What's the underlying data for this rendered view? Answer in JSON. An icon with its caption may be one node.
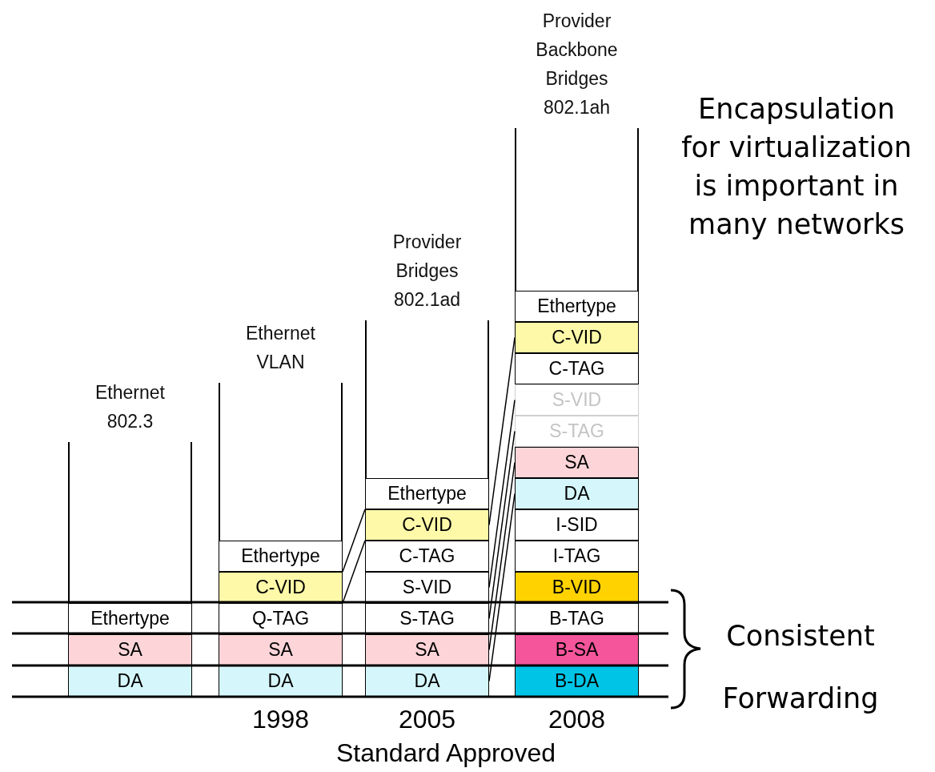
{
  "diagram": {
    "nodes": [
      {
        "text": [
          "Ethernet 802.3"
        ]
      },
      {
        "text": [
          "Ethertype"
        ],
        "in": 0
      },
      {
        "text": [
          "SA"
        ],
        "in": 0
      },
      {
        "text": [
          "DA"
        ],
        "in": 0
      },
      {
        "text": [
          "Ethernet VLAN"
        ],
        "beside": [
          "1998"
        ]
      },
      {
        "text": [
          "Ethertype"
        ],
        "in": 4
      },
      {
        "text": [
          "C-VID"
        ],
        "in": 4
      },
      {
        "text": [
          "Q-TAG"
        ],
        "in": 4
      },
      {
        "text": [
          "SA"
        ],
        "in": 4
      },
      {
        "text": [
          "DA"
        ],
        "in": 4
      },
      {
        "text": [
          "Provider Bridges 802.1ad"
        ],
        "beside": [
          "2005"
        ]
      },
      {
        "text": [
          "Ethertype"
        ],
        "in": 10
      },
      {
        "text": [
          "C-VID"
        ],
        "in": 10
      },
      {
        "text": [
          "C-TAG"
        ],
        "in": 10
      },
      {
        "text": [
          "S-VID"
        ],
        "in": 10
      },
      {
        "text": [
          "S-TAG"
        ],
        "in": 10
      },
      {
        "text": [
          "SA"
        ],
        "in": 10
      },
      {
        "text": [
          "DA"
        ],
        "in": 10
      },
      {
        "text": [
          "Provider Backbone Bridges 802.1ah"
        ],
        "beside": [
          "2008"
        ]
      },
      {
        "text": [
          "Ethertype"
        ],
        "in": 18
      },
      {
        "text": [
          "C-VID"
        ],
        "in": 18
      },
      {
        "text": [
          "C-TAG"
        ],
        "in": 18
      },
      {
        "text": [
          "S-VID"
        ],
        "in": 18
      },
      {
        "text": [
          "S-TAG"
        ],
        "in": 18
      },
      {
        "text": [
          "SA"
        ],
        "in": 18
      },
      {
        "text": [
          "DA"
        ],
        "in": 18
      },
      {
        "text": [
          "I-SID"
        ],
        "in": 18
      },
      {
        "text": [
          "I-TAG"
        ],
        "in": 18
      },
      {
        "text": [
          "B-VID"
        ],
        "in": 18
      },
      {
        "text": [
          "B-TAG"
        ],
        "in": 18
      },
      {
        "text": [
          "B-SA"
        ],
        "in": 18
      },
      {
        "text": [
          "B-DA"
        ],
        "in": 18
      }
    ],
    "edges": [
      {
        "from": 6,
        "to": 12,
        "arrow": "none"
      },
      {
        "from": 6,
        "to": 12,
        "arrow": "none"
      },
      {
        "from": 12,
        "to": 20,
        "arrow": "none"
      },
      {
        "from": 14,
        "to": 22,
        "arrow": "none"
      },
      {
        "from": 15,
        "to": 23,
        "arrow": "none"
      },
      {
        "from": 16,
        "to": 24,
        "arrow": "none"
      },
      {
        "from": 17,
        "to": 25,
        "arrow": "none"
      }
    ],
    "labels": [
      "Encapsulation for virtualization is important in many networks",
      "Consistent Forwarding",
      "Standard Approved"
    ]
  }
}
